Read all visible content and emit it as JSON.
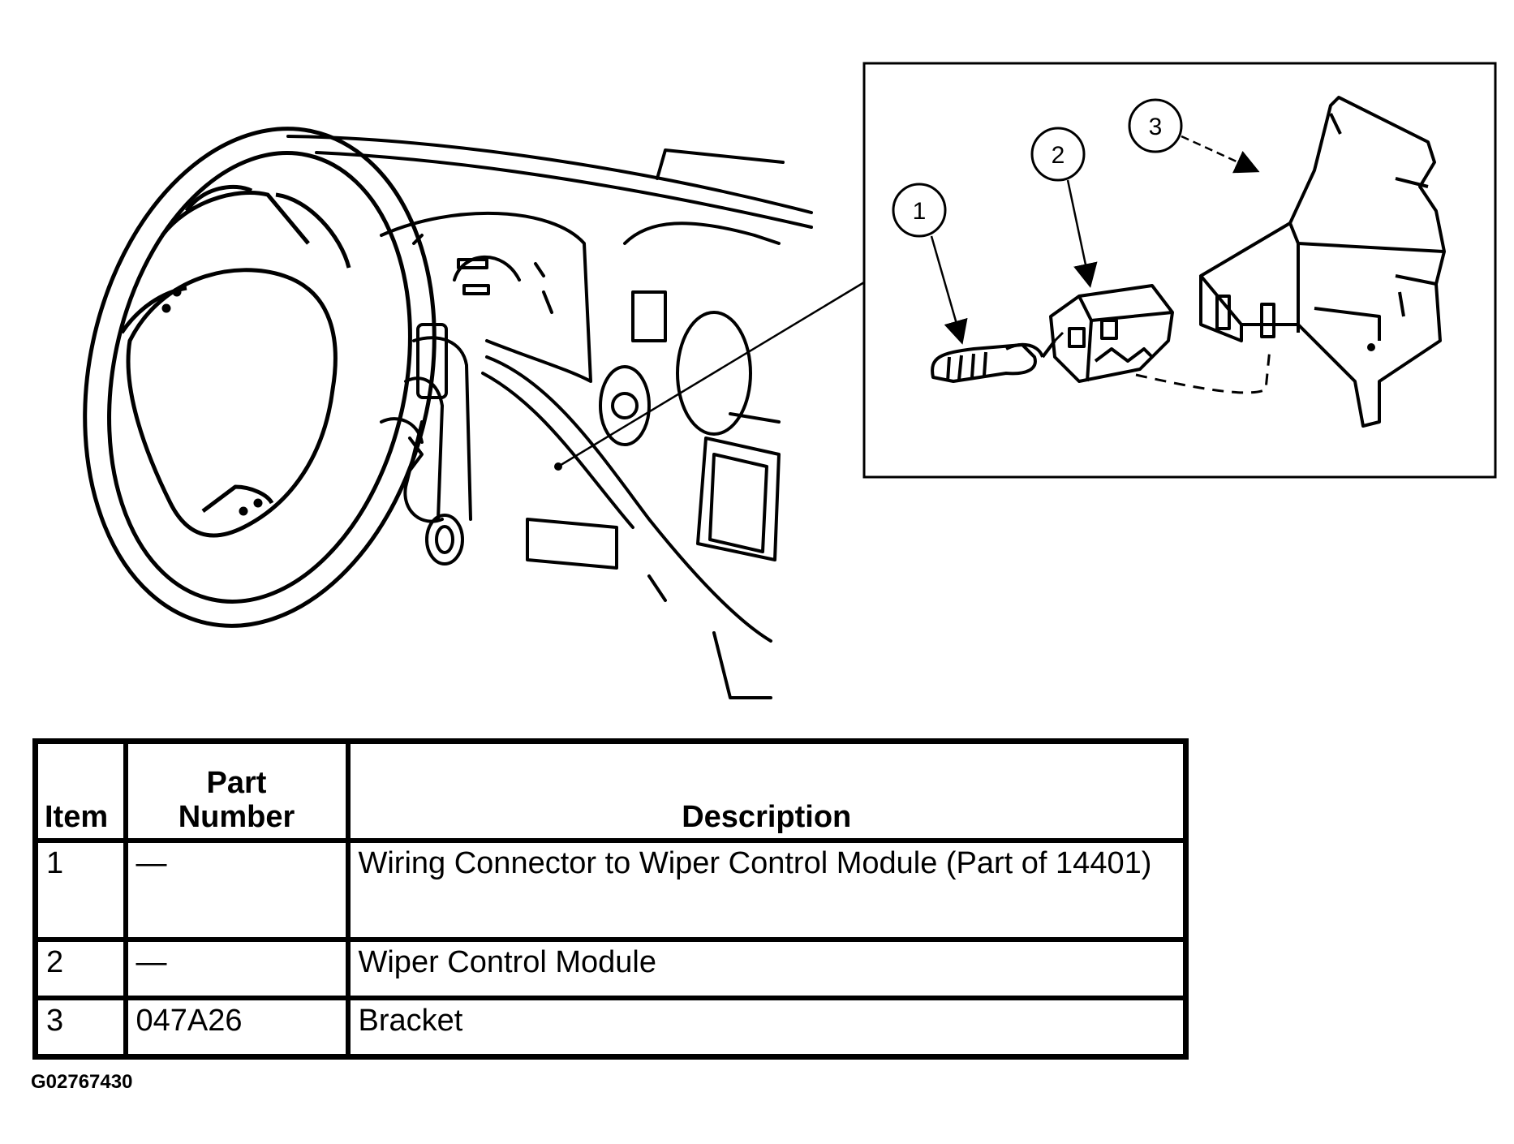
{
  "callouts": [
    "1",
    "2",
    "3"
  ],
  "table": {
    "headers": {
      "item": "Item",
      "part_number_line1": "Part",
      "part_number_line2": "Number",
      "description": "Description"
    },
    "rows": [
      {
        "item": "1",
        "part_number": "—",
        "description": "Wiring Connector to Wiper Control Module (Part of 14401)"
      },
      {
        "item": "2",
        "part_number": "—",
        "description": "Wiper Control Module"
      },
      {
        "item": "3",
        "part_number": "047A26",
        "description": "Bracket"
      }
    ]
  },
  "figure_id": "G02767430"
}
